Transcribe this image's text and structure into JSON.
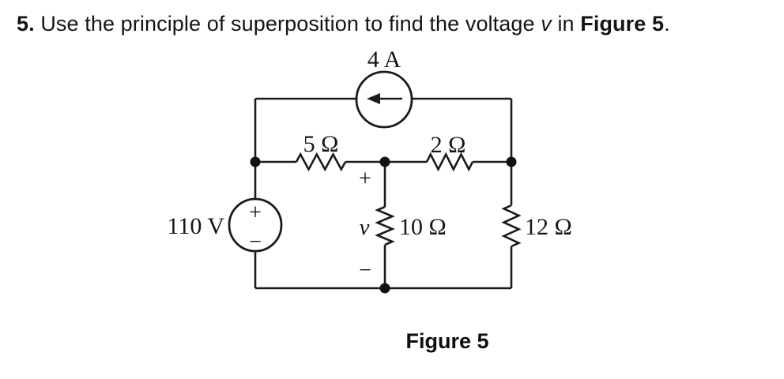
{
  "colors": {
    "background": "#ffffff",
    "ink": "#1b1b1b"
  },
  "problem_statement": {
    "number": "5.",
    "before_variable": "Use the principle of superposition to find the voltage",
    "variable": "v",
    "after_variable": "in",
    "figure_reference": "Figure 5",
    "terminator": "."
  },
  "circuit": {
    "current_source": {
      "label": "4 A",
      "arrow_direction": "left"
    },
    "voltage_source": {
      "label": "110 V",
      "plus_sign": "+",
      "minus_sign": "−"
    },
    "resistors": [
      {
        "label": "5 Ω",
        "orientation": "horizontal"
      },
      {
        "label": "2 Ω",
        "orientation": "horizontal"
      },
      {
        "label": "10 Ω",
        "orientation": "vertical"
      },
      {
        "label": "12 Ω",
        "orientation": "vertical"
      }
    ],
    "voltage_marking": {
      "plus_sign": "+",
      "variable": "v",
      "minus_sign": "−"
    }
  },
  "caption": "Figure 5"
}
